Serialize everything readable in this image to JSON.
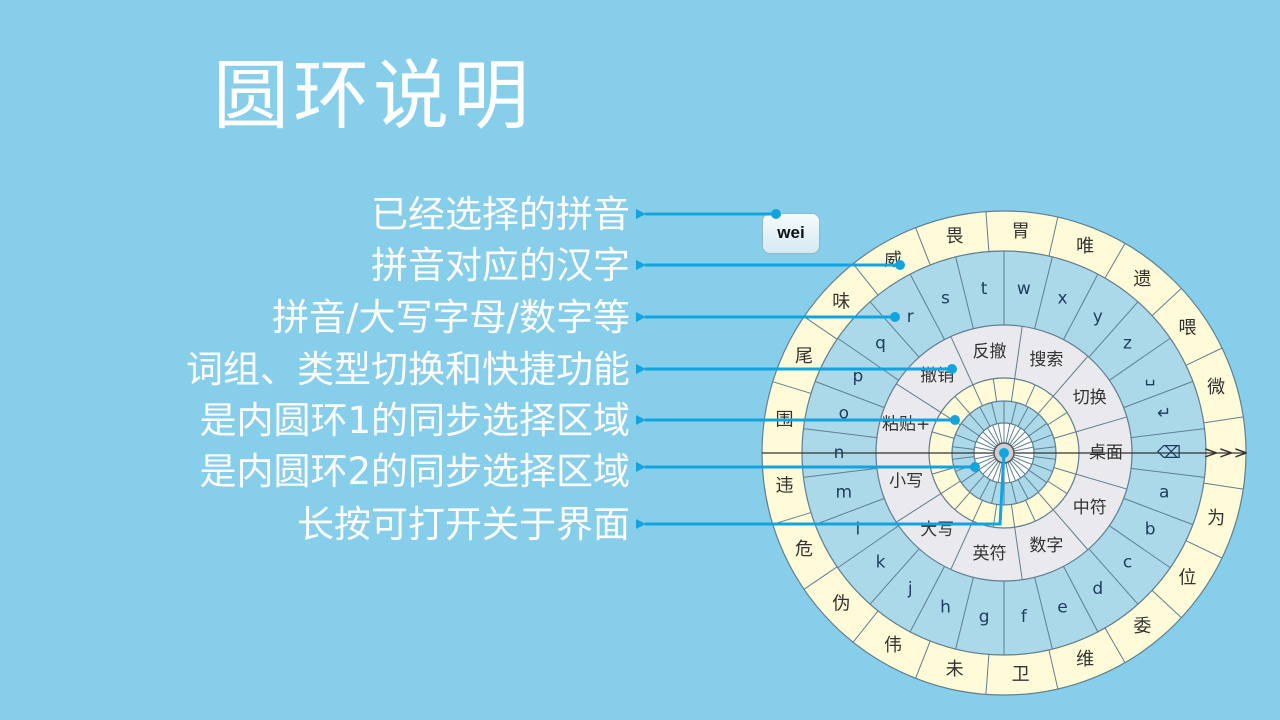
{
  "title": "圆环说明",
  "labels": [
    {
      "text": "已经选择的拼音"
    },
    {
      "text": "拼音对应的汉字"
    },
    {
      "text": "拼音/大写字母/数字等"
    },
    {
      "text": "词组、类型切换和快捷功能"
    },
    {
      "text": "是内圆环1的同步选择区域"
    },
    {
      "text": "是内圆环2的同步选择区域"
    },
    {
      "text": "长按可打开关于界面"
    }
  ],
  "wheel": {
    "selected_pinyin": "wei",
    "hanzi_ring": [
      "为",
      "位",
      "委",
      "维",
      "卫",
      "未",
      "伟",
      "伪",
      "危",
      "违",
      "围",
      "尾",
      "味",
      "威",
      "畏",
      "胃",
      "唯",
      "遗",
      "喂",
      "微",
      ">>>"
    ],
    "letter_ring": [
      "a",
      "b",
      "c",
      "d",
      "e",
      "f",
      "g",
      "h",
      "j",
      "k",
      "l",
      "m",
      "n",
      "o",
      "p",
      "q",
      "r",
      "s",
      "t",
      "w",
      "x",
      "y",
      "z",
      "␣",
      "↵",
      "⌫"
    ],
    "function_ring": [
      "中符",
      "数字",
      "英符",
      "大写",
      "小写",
      "粘贴+",
      "撤销",
      "反撤",
      "搜索",
      "切换",
      "桌面"
    ]
  },
  "colors": {
    "background": "#87CEEA",
    "hanzi_ring": "#FFFBD8",
    "letter_ring": "#ACD9E9",
    "function_ring": "#E9E9EE",
    "sync_ring": "#FFFBD8",
    "arrow": "#12A4DF",
    "ring_line": "#5f7f8f"
  }
}
